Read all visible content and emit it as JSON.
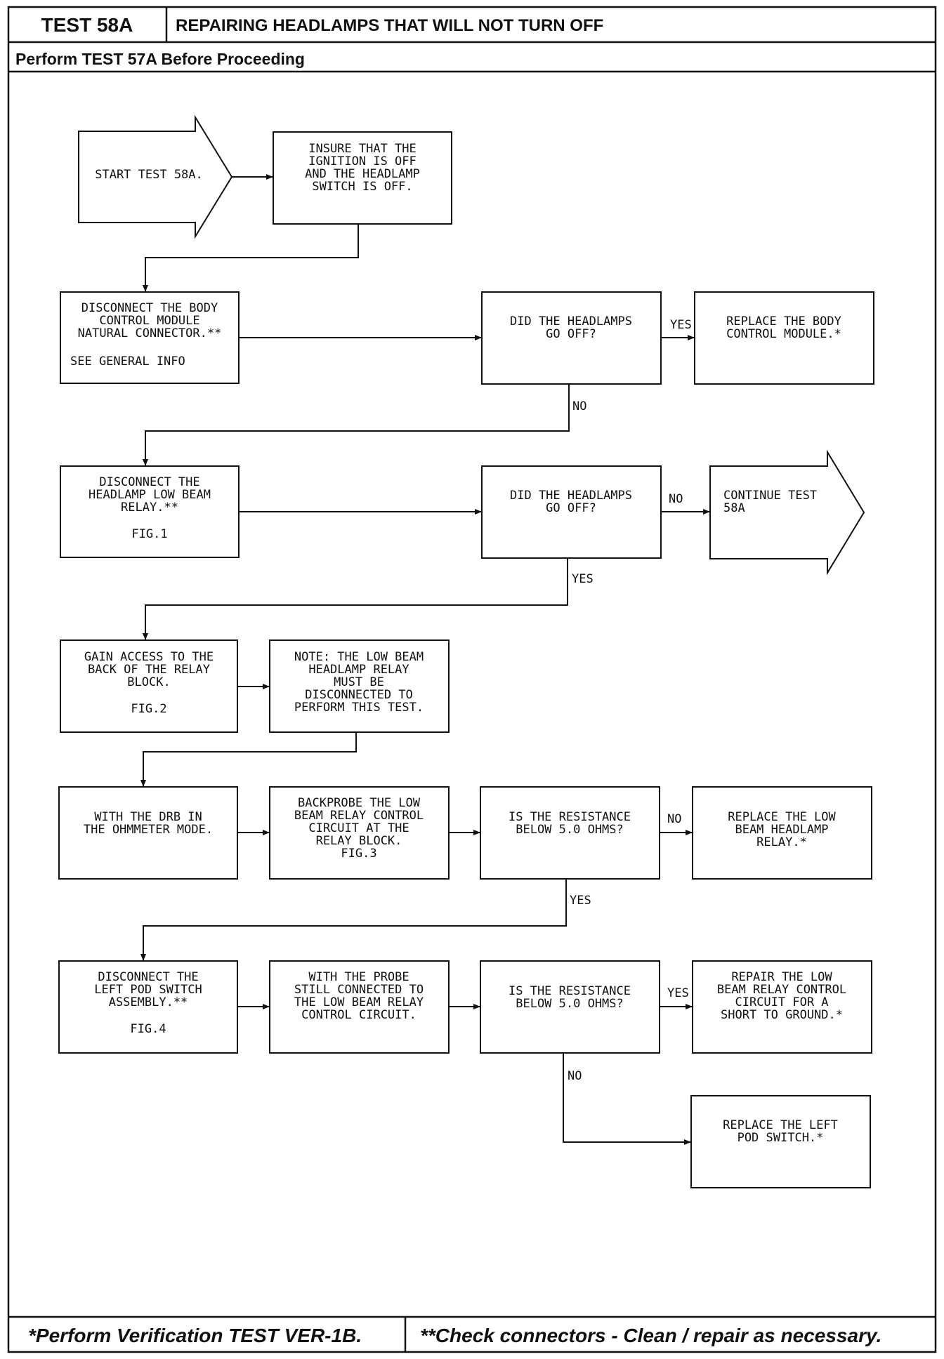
{
  "header": {
    "test_id": "TEST 58A",
    "title": "REPAIRING HEADLAMPS THAT WILL NOT TURN OFF",
    "prerequisite": "Perform TEST 57A Before Proceeding"
  },
  "footer": {
    "left": "*Perform Verification TEST VER-1B.",
    "right": "**Check connectors - Clean / repair as necessary."
  },
  "flow": {
    "start": [
      "START TEST 58A."
    ],
    "ensure_off": [
      "INSURE THAT THE",
      "IGNITION IS OFF",
      "AND THE HEADLAMP",
      "SWITCH IS OFF."
    ],
    "disconnect_bcm": [
      "DISCONNECT THE BODY",
      "CONTROL MODULE",
      "NATURAL CONNECTOR.**"
    ],
    "disconnect_bcm_ref": "SEE GENERAL INFO",
    "q1": [
      "DID THE HEADLAMPS",
      "GO OFF?"
    ],
    "replace_bcm": [
      "REPLACE THE BODY",
      "CONTROL MODULE.*"
    ],
    "disconnect_relay": [
      "DISCONNECT THE",
      "HEADLAMP LOW BEAM",
      "RELAY.**"
    ],
    "disconnect_relay_ref": "FIG.1",
    "q2": [
      "DID THE HEADLAMPS",
      "GO OFF?"
    ],
    "continue": [
      "CONTINUE TEST",
      "58A"
    ],
    "gain_access": [
      "GAIN ACCESS TO THE",
      "BACK OF THE RELAY",
      "BLOCK."
    ],
    "gain_access_ref": "FIG.2",
    "note": [
      "NOTE: THE LOW BEAM",
      "HEADLAMP RELAY",
      "MUST BE",
      "DISCONNECTED TO",
      "PERFORM THIS TEST."
    ],
    "drb_mode": [
      "WITH THE DRB IN",
      "THE OHMMETER MODE."
    ],
    "backprobe": [
      "BACKPROBE THE LOW",
      "BEAM RELAY CONTROL",
      "CIRCUIT AT THE",
      "RELAY BLOCK.",
      "FIG.3"
    ],
    "q3": [
      "IS THE RESISTANCE",
      "BELOW 5.0 OHMS?"
    ],
    "replace_relay": [
      "REPLACE THE LOW",
      "BEAM HEADLAMP",
      "RELAY.*"
    ],
    "disconnect_pod": [
      "DISCONNECT THE",
      "LEFT POD SWITCH",
      "ASSEMBLY.**"
    ],
    "disconnect_pod_ref": "FIG.4",
    "probe_still": [
      "WITH THE PROBE",
      "STILL CONNECTED TO",
      "THE LOW BEAM RELAY",
      "CONTROL CIRCUIT."
    ],
    "q4": [
      "IS THE RESISTANCE",
      "BELOW 5.0 OHMS?"
    ],
    "repair_short": [
      "REPAIR THE LOW",
      "BEAM RELAY CONTROL",
      "CIRCUIT FOR A",
      "SHORT TO GROUND.*"
    ],
    "replace_pod": [
      "REPLACE THE LEFT",
      "POD SWITCH.*"
    ]
  },
  "labels": {
    "q1_yes": "YES",
    "q1_no": "NO",
    "q2_no": "NO",
    "q2_yes": "YES",
    "q3_no": "NO",
    "q3_yes": "YES",
    "q4_yes": "YES",
    "q4_no": "NO"
  }
}
